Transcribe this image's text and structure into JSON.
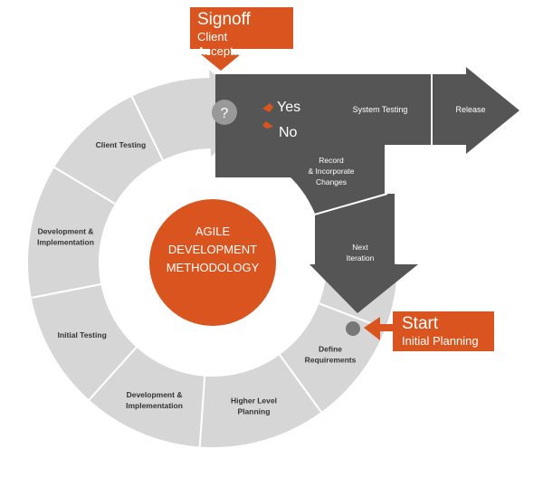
{
  "diagram": {
    "center_lines": [
      "AGILE",
      "DEVELOPMENT",
      "METHODOLOGY"
    ],
    "cycle_segments": [
      {
        "lines": [
          "Client Testing"
        ]
      },
      {
        "lines": [
          "Development &",
          "Implementation"
        ]
      },
      {
        "lines": [
          "Initial Testing"
        ]
      },
      {
        "lines": [
          "Development &",
          "Implementation"
        ]
      },
      {
        "lines": [
          "Higher Level",
          "Planning"
        ]
      },
      {
        "lines": [
          "Define",
          "Requirements"
        ]
      }
    ],
    "dark_path": {
      "system_testing": "System Testing",
      "release": "Release",
      "record_lines": [
        "Record",
        "& Incorporate",
        "Changes"
      ],
      "next_iteration_lines": [
        "Next",
        "Iteration"
      ]
    },
    "decision": {
      "question_mark": "?",
      "yes": "Yes",
      "no": "No"
    },
    "signoff": {
      "title": "Signoff",
      "subtitle": "Client Acceptance"
    },
    "start": {
      "title": "Start",
      "subtitle": "Initial Planning"
    },
    "colors": {
      "accent": "#d9541e",
      "dark": "#555555",
      "light_segment": "#d6d6d6",
      "question_circle": "#999999"
    }
  }
}
